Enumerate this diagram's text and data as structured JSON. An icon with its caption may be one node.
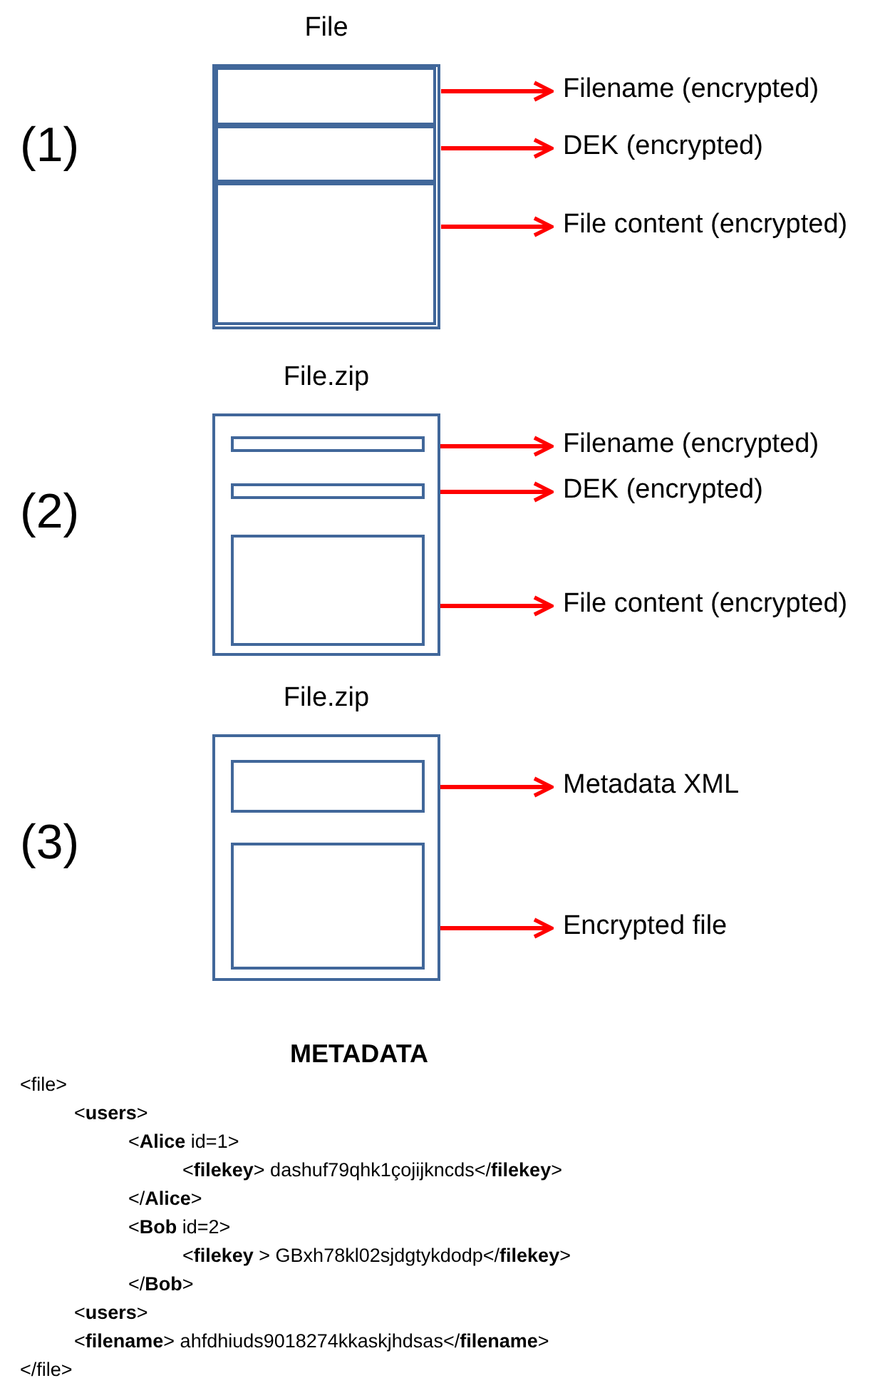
{
  "diagram": {
    "nodes": [
      {
        "text": [
          "File"
        ]
      },
      {
        "text": [],
        "shape": "box",
        "in": 0
      },
      {
        "text": [],
        "shape": "box",
        "in": 0
      },
      {
        "text": [],
        "shape": "box",
        "in": 0
      },
      {
        "text": [
          "Filename (encrypted)"
        ]
      },
      {
        "text": [
          "DEK (encrypted)"
        ]
      },
      {
        "text": [
          "File content (encrypted)"
        ]
      },
      {
        "text": [
          "File.zip"
        ]
      },
      {
        "text": [],
        "shape": "box",
        "in": 7
      },
      {
        "text": [],
        "shape": "box",
        "in": 7
      },
      {
        "text": [],
        "shape": "box",
        "in": 7
      },
      {
        "text": [
          "Filename (encrypted)"
        ]
      },
      {
        "text": [
          "DEK (encrypted)"
        ]
      },
      {
        "text": [
          "File content (encrypted)"
        ]
      },
      {
        "text": [
          "File.zip"
        ]
      },
      {
        "text": [],
        "shape": "box",
        "in": 14
      },
      {
        "text": [],
        "shape": "box",
        "in": 14
      },
      {
        "text": [
          "Metadata XML"
        ]
      },
      {
        "text": [
          "Encrypted file"
        ]
      }
    ],
    "edges": [
      {
        "from": 1,
        "to": 4,
        "arrow": "to"
      },
      {
        "from": 2,
        "to": 5,
        "arrow": "to"
      },
      {
        "from": 3,
        "to": 6,
        "arrow": "to"
      },
      {
        "from": 8,
        "to": 11,
        "arrow": "to"
      },
      {
        "from": 9,
        "to": 12,
        "arrow": "to"
      },
      {
        "from": 10,
        "to": 13,
        "arrow": "to"
      },
      {
        "from": 15,
        "to": 17,
        "arrow": "to"
      },
      {
        "from": 16,
        "to": 18,
        "arrow": "to"
      }
    ],
    "labels": [
      "(1)",
      "(2)",
      "(3)",
      "METADATA",
      "<file>",
      "<**users**>",
      "<**Alice** id=1>",
      "<**filekey**> dashuf79qhk1çojijkncds</**filekey**>",
      "</**Alice**>",
      "<**Bob** id=2>",
      "<**filekey** > GBxh78kl02sjdgtykdodp</**filekey**>",
      "</**Bob**>",
      "<**users**>",
      "<**filename**> ahfdhiuds9018274kkaskjhdsas</**filename**>",
      "</file>"
    ]
  }
}
